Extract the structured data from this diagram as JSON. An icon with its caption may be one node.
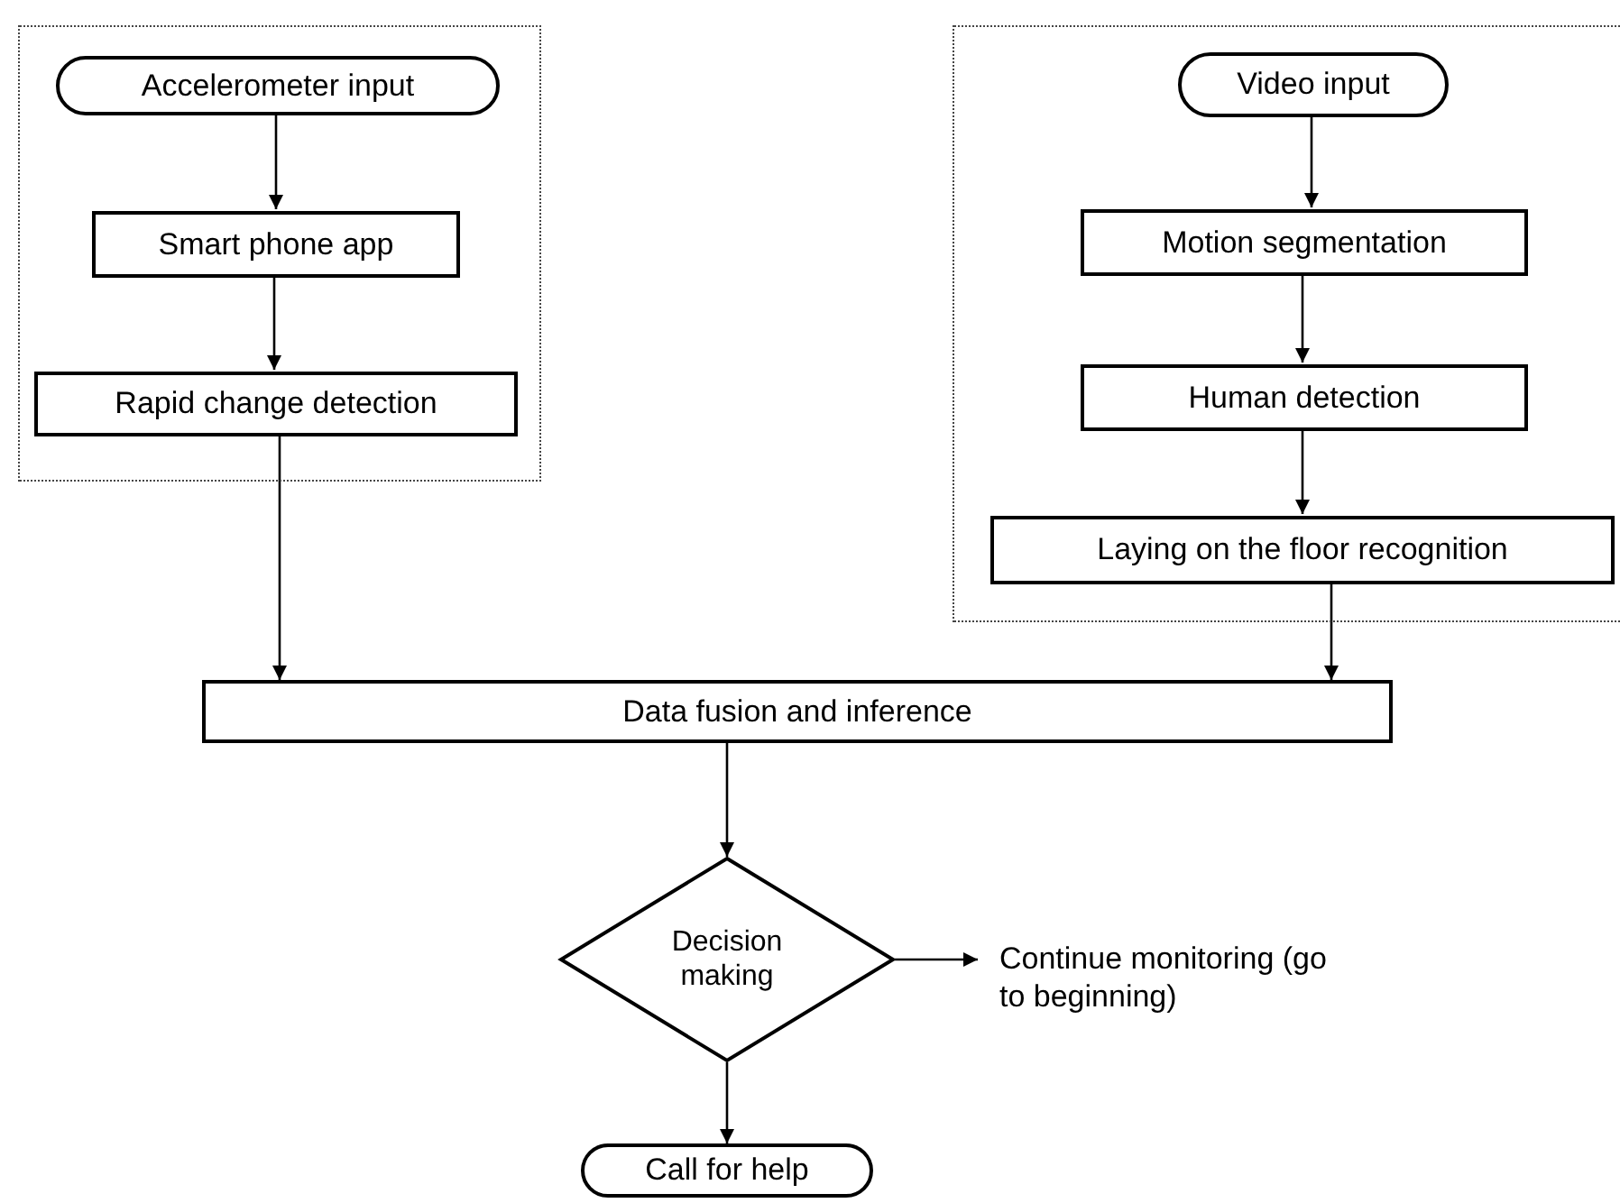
{
  "diagram": {
    "nodes": [
      {
        "text": [],
        "shape": "box"
      },
      {
        "text": [
          "Accelerometer input"
        ],
        "in": 0
      },
      {
        "text": [
          "Smart phone app"
        ],
        "in": 0
      },
      {
        "text": [
          "Rapid change detection"
        ],
        "in": 0
      },
      {
        "text": [],
        "shape": "box"
      },
      {
        "text": [
          "Video input"
        ],
        "in": 4
      },
      {
        "text": [
          "Motion segmentation"
        ],
        "in": 4
      },
      {
        "text": [
          "Human detection"
        ],
        "in": 4
      },
      {
        "text": [
          "Laying on the floor recognition"
        ],
        "in": 4
      },
      {
        "text": [
          "Data fusion and inference"
        ]
      },
      {
        "text": [
          "Decision making"
        ]
      },
      {
        "text": [
          "Continue monitoring (go to beginning)"
        ]
      },
      {
        "text": [
          "Call for help"
        ]
      }
    ],
    "edges": [
      {
        "from": 1,
        "to": 2,
        "arrow": "to"
      },
      {
        "from": 2,
        "to": 3,
        "arrow": "to"
      },
      {
        "from": 3,
        "to": 9,
        "arrow": "to"
      },
      {
        "from": 5,
        "to": 6,
        "arrow": "to"
      },
      {
        "from": 6,
        "to": 7,
        "arrow": "to"
      },
      {
        "from": 7,
        "to": 8,
        "arrow": "to"
      },
      {
        "from": 8,
        "to": 9,
        "arrow": "to"
      },
      {
        "from": 9,
        "to": 10,
        "arrow": "to"
      },
      {
        "from": 10,
        "to": 11,
        "arrow": "to"
      },
      {
        "from": 10,
        "to": 12,
        "arrow": "to"
      }
    ]
  }
}
